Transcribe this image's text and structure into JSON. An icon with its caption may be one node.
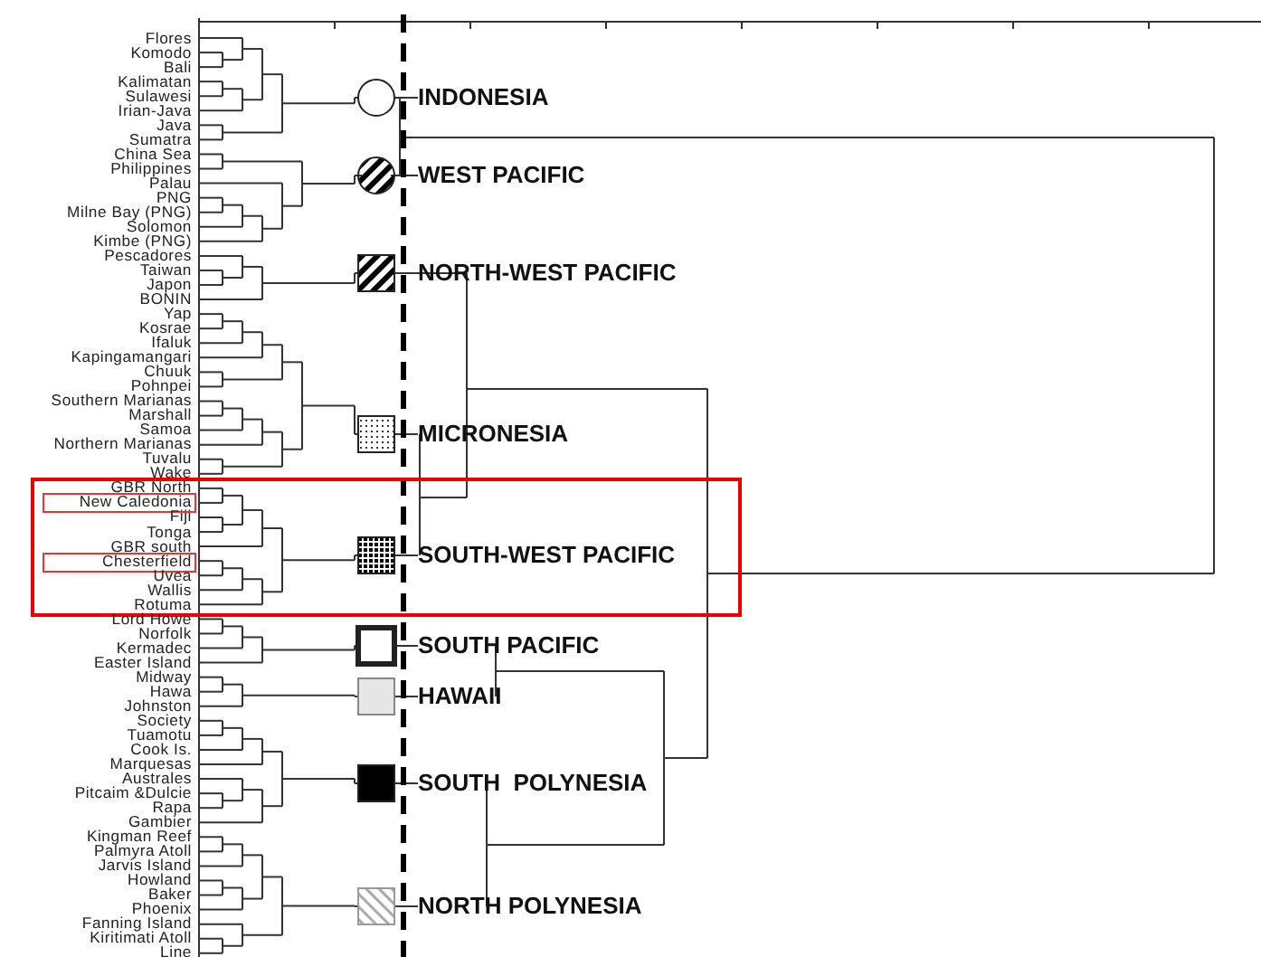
{
  "diagram": {
    "labels": [
      "Flores",
      "Komodo",
      "Bali",
      "Kalimatan",
      "Sulawesi",
      "Irian-Java",
      "Java",
      "Sumatra",
      "China Sea",
      "Philippines",
      "Palau",
      "PNG",
      "Milne Bay (PNG)",
      "Solomon",
      "Kimbe (PNG)",
      "Pescadores",
      "Taiwan",
      "Japon",
      "BONIN",
      "Yap",
      "Kosrae",
      "Ifaluk",
      "Kapingamangari",
      "Chuuk",
      "Pohnpei",
      "Southern Marianas",
      "Marshall",
      "Samoa",
      "Northern Marianas",
      "Tuvalu",
      "Wake",
      "GBR North",
      "New Caledonia",
      "Fiji",
      "Tonga",
      "GBR south",
      "Chesterfield",
      "Uvea",
      "Wallis",
      "Rotuma",
      "Lord Howe",
      "Norfolk",
      "Kermadec",
      "Easter Island",
      "Midway",
      "Hawa",
      "Johnston",
      "Society",
      "Tuamotu",
      "Cook Is.",
      "Marquesas",
      "Australes",
      "Pitcaim &Dulcie",
      "Rapa",
      "Gambier",
      "Kingman Reef",
      "Palmyra Atoll",
      "Jarvis Island",
      "Howland",
      "Baker",
      "Phoenix",
      "Fanning Island",
      "Kiritimati Atoll",
      "Line",
      "INDONESIA",
      "WEST PACIFIC",
      "NORTH-WEST PACIFIC",
      "MICRONESIA",
      "SOUTH-WEST PACIFIC",
      "SOUTH PACIFIC",
      "HAWAII",
      "SOUTH  POLYNESIA",
      "NORTH POLYNESIA"
    ]
  }
}
